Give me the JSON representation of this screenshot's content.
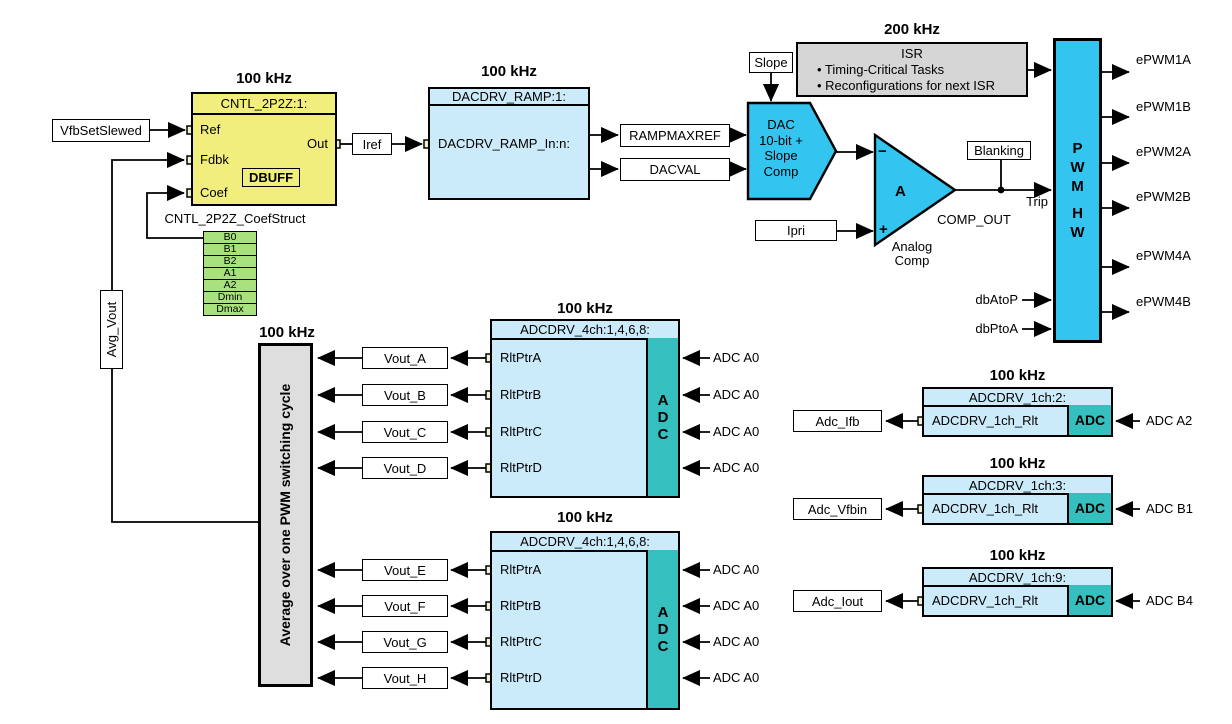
{
  "colors": {
    "block_yellow": "#F2EE7D",
    "block_blue": "#CBEAFA",
    "adc_teal": "#35BFBF",
    "hw_cyan": "#33C4F0",
    "isr_gray": "#D6D6D6",
    "avg_gray": "#DEDEDE",
    "coef_green": "#A9E17E",
    "wire": "#000000"
  },
  "cntl": {
    "freq": "100 kHz",
    "title": "CNTL_2P2Z:1:",
    "port_ref": "Ref",
    "port_fdbk": "Fdbk",
    "port_coef": "Coef",
    "port_out": "Out",
    "dbuff": "DBUFF",
    "struct_label": "CNTL_2P2Z_CoefStruct",
    "rows": [
      "B0",
      "B1",
      "B2",
      "A1",
      "A2",
      "Dmin",
      "Dmax"
    ]
  },
  "io": {
    "vfb": "VfbSetSlewed",
    "iref": "Iref",
    "avg_vout": "Avg_Vout",
    "slope": "Slope",
    "ipri": "Ipri",
    "blanking": "Blanking"
  },
  "dacdrv": {
    "freq": "100 kHz",
    "title": "DACDRV_RAMP:1:",
    "port": "DACDRV_RAMP_In:n:",
    "out1": "RAMPMAXREF",
    "out2": "DACVAL"
  },
  "dac": {
    "label": "DAC\n10-bit +\nSlope\nComp"
  },
  "comp": {
    "a": "A",
    "minus": "−",
    "plus": "+",
    "out": "COMP_OUT",
    "name": "Analog\nComp",
    "trip": "Trip"
  },
  "isr": {
    "freq": "200 kHz",
    "title": "ISR",
    "bullet1": "• Timing-Critical Tasks",
    "bullet2": "• Reconfigurations for next ISR"
  },
  "pwm": {
    "top": "P\nW\nM",
    "bottom": "H\nW",
    "outputs": [
      "ePWM1A",
      "ePWM1B",
      "ePWM2A",
      "ePWM2B",
      "ePWM4A",
      "ePWM4B"
    ],
    "in_dbatop": "dbAtoP",
    "in_dbptoa": "dbPtoA"
  },
  "avg": {
    "freq": "100 kHz",
    "label": "Average over one PWM switching cycle"
  },
  "adc4_top": {
    "freq": "100 kHz",
    "title": "ADCDRV_4ch:1,4,6,8:",
    "adc": "A\nD\nC",
    "ports": [
      "RltPtrA",
      "RltPtrB",
      "RltPtrC",
      "RltPtrD"
    ],
    "inputs": [
      "ADC A0",
      "ADC A0",
      "ADC A0",
      "ADC A0"
    ],
    "outputs": [
      "Vout_A",
      "Vout_B",
      "Vout_C",
      "Vout_D"
    ]
  },
  "adc4_bot": {
    "freq": "100 kHz",
    "title": "ADCDRV_4ch:1,4,6,8:",
    "adc": "A\nD\nC",
    "ports": [
      "RltPtrA",
      "RltPtrB",
      "RltPtrC",
      "RltPtrD"
    ],
    "inputs": [
      "ADC A0",
      "ADC A0",
      "ADC A0",
      "ADC A0"
    ],
    "outputs": [
      "Vout_E",
      "Vout_F",
      "Vout_G",
      "Vout_H"
    ]
  },
  "adc1": [
    {
      "freq": "100 kHz",
      "title": "ADCDRV_1ch:2:",
      "port": "ADCDRV_1ch_Rlt",
      "adc": "ADC",
      "input": "ADC A2",
      "output": "Adc_Ifb"
    },
    {
      "freq": "100 kHz",
      "title": "ADCDRV_1ch:3:",
      "port": "ADCDRV_1ch_Rlt",
      "adc": "ADC",
      "input": "ADC B1",
      "output": "Adc_Vfbin"
    },
    {
      "freq": "100 kHz",
      "title": "ADCDRV_1ch:9:",
      "port": "ADCDRV_1ch_Rlt",
      "adc": "ADC",
      "input": "ADC B4",
      "output": "Adc_Iout"
    }
  ]
}
